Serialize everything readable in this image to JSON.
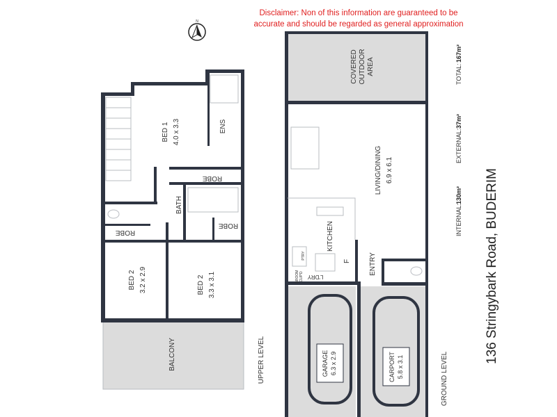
{
  "disclaimer": {
    "line1": "Disclaimer: Non of this information are guaranteed to be",
    "line2": "accurate and should be regarded as general approximation"
  },
  "north_label": "N",
  "address": "136 Stringybark Road, BUDERIM",
  "areas": {
    "internal_label": "INTERNAL:",
    "internal_value": "130m²",
    "external_label": "EXTERNAL:",
    "external_value": "37m²",
    "total_label": "TOTAL:",
    "total_value": "167m²"
  },
  "upper_level": {
    "label": "UPPER LEVEL",
    "rooms": {
      "bed1": {
        "name": "BED 1",
        "size": "4.0 x 3.3"
      },
      "ens": {
        "name": "ENS"
      },
      "robe1": {
        "name": "ROBE"
      },
      "bath": {
        "name": "BATH"
      },
      "robe2": {
        "name": "ROBE"
      },
      "robe3": {
        "name": "ROBE"
      },
      "bed2a": {
        "name": "BED 2",
        "size": "3.2 x 2.9"
      },
      "bed2b": {
        "name": "BED 2",
        "size": "3.3 x 3.1"
      },
      "balcony": {
        "name": "BALCONY"
      }
    }
  },
  "ground_level": {
    "label": "GROUND LEVEL",
    "rooms": {
      "outdoor": {
        "line1": "COVERED",
        "line2": "OUTDOOR",
        "line3": "AREA"
      },
      "living": {
        "name": "LIVING/DINING",
        "size": "6.9 x 6.1"
      },
      "kitchen": {
        "name": "KITCHEN"
      },
      "fridge": {
        "name": "F"
      },
      "pantry": {
        "name": "PTRY"
      },
      "entry": {
        "name": "ENTRY"
      },
      "laundry": {
        "name": "L'DRY"
      },
      "broom": {
        "line1": "BROOM",
        "line2": "CUP'D"
      },
      "garage": {
        "name": "GARAGE",
        "size": "6.3 x 2.9"
      },
      "carport": {
        "name": "CARPORT",
        "size": "5.8 x 3.1"
      }
    }
  },
  "colors": {
    "wall": "#2f3542",
    "external": "#dcdcdc",
    "disclaimer": "#e02020"
  }
}
